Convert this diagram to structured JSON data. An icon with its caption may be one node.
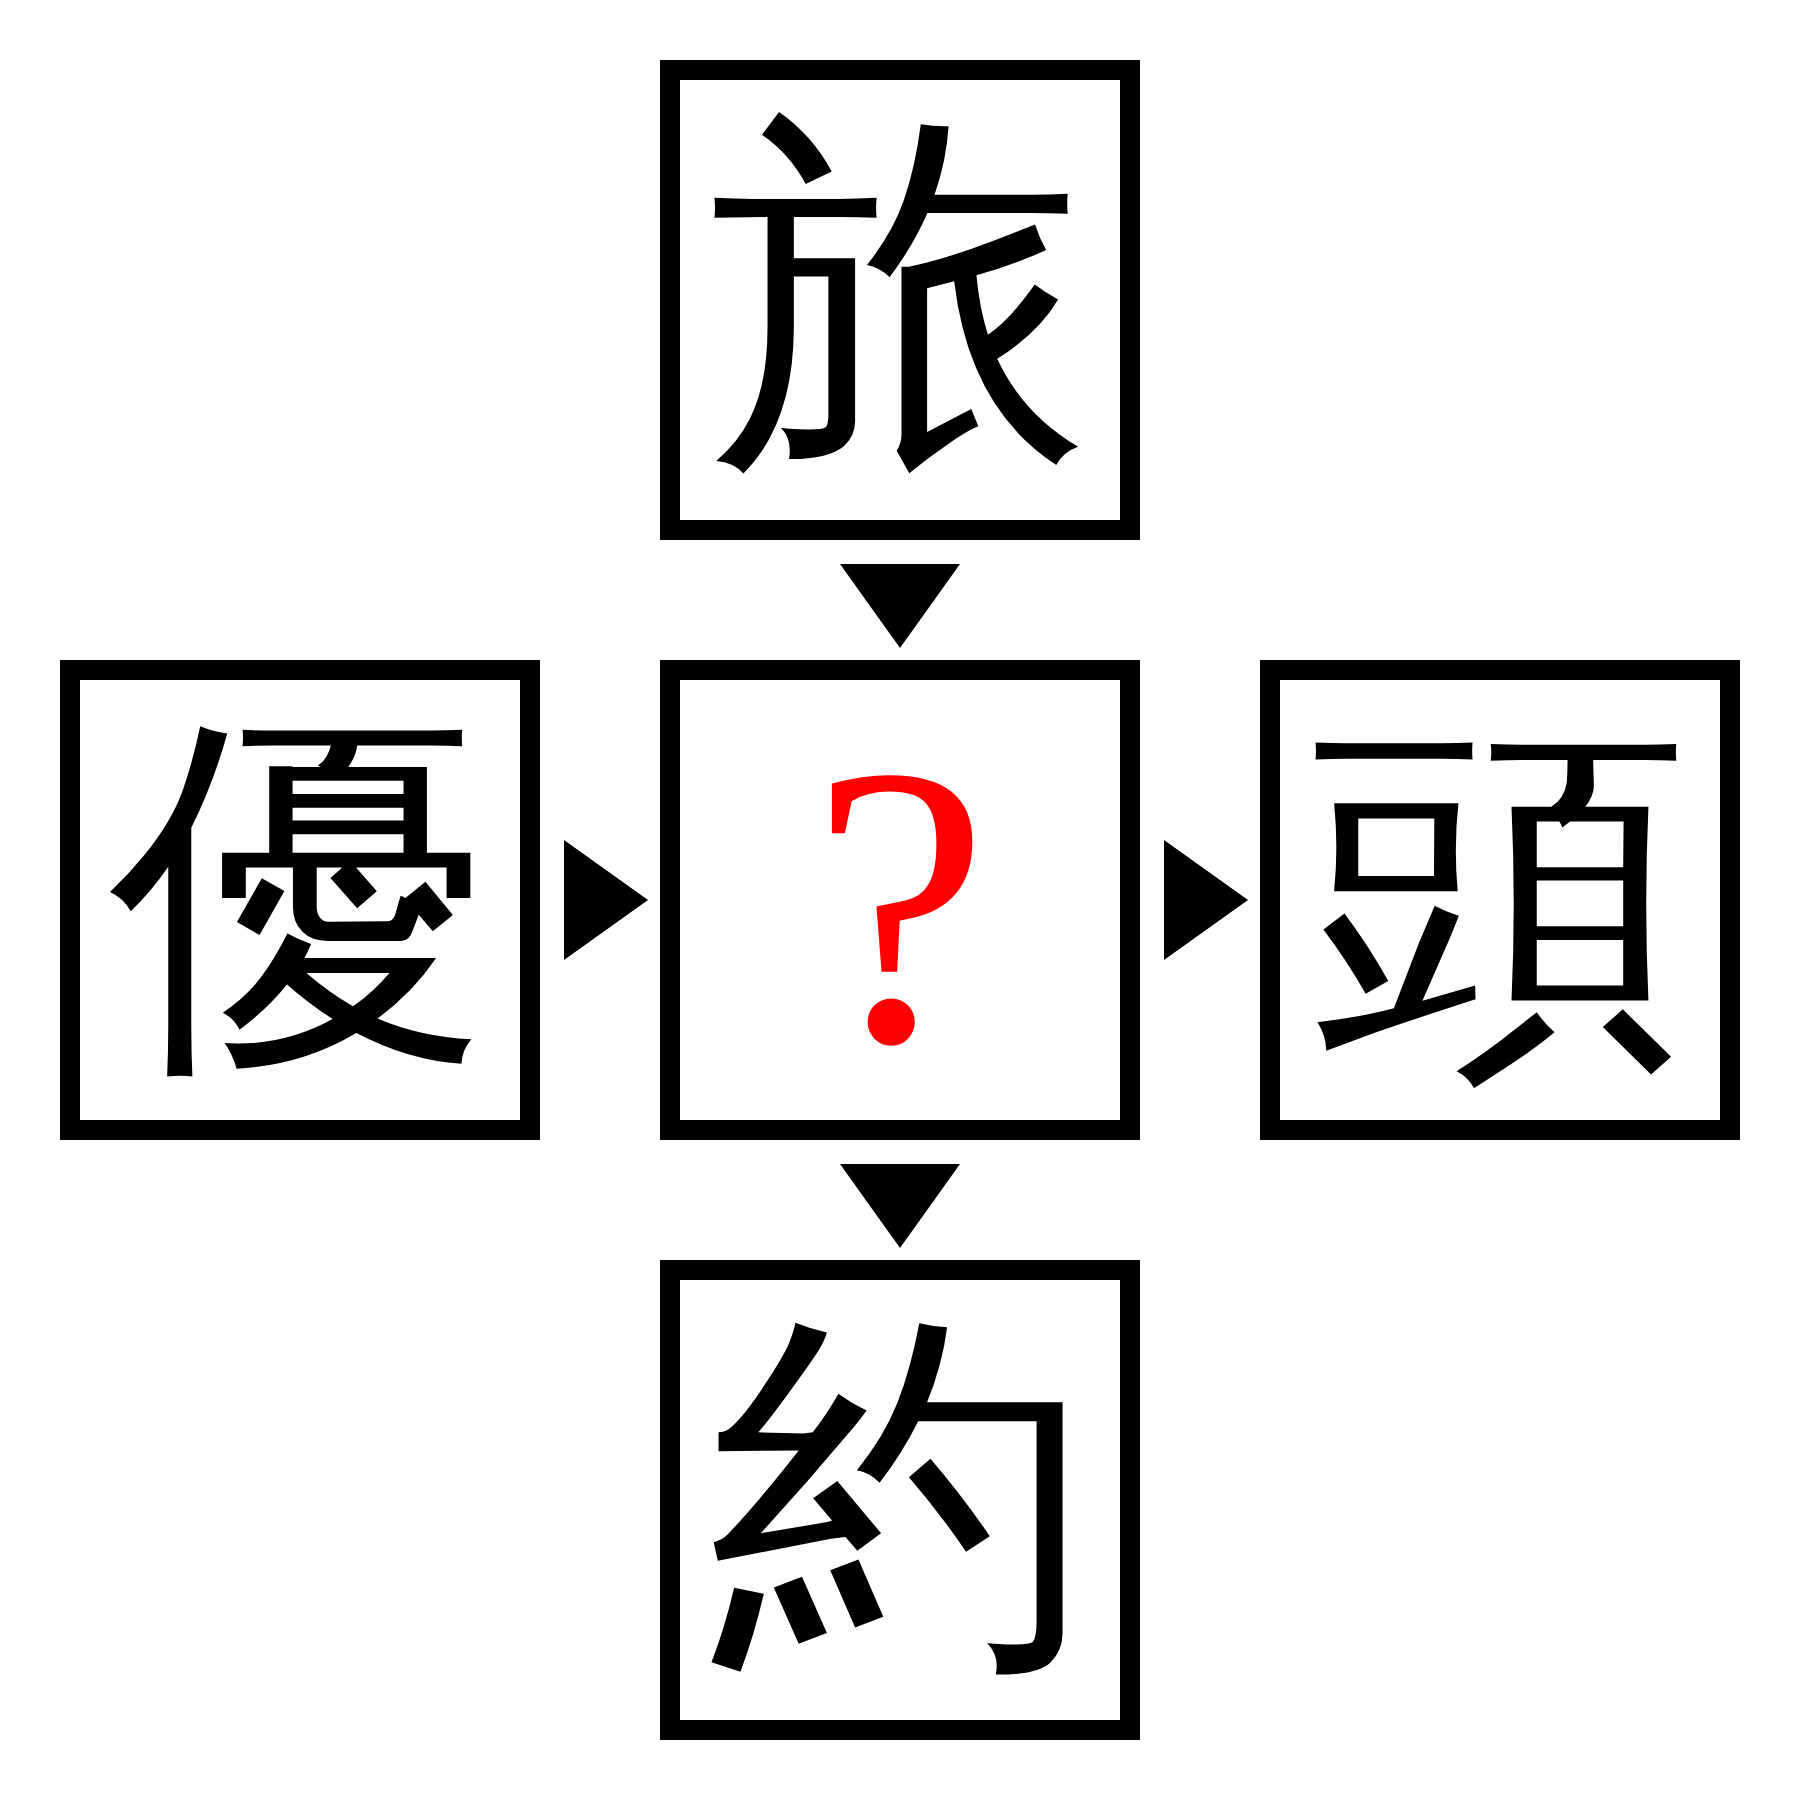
{
  "diagram": {
    "nodes": [
      {
        "text": [
          "旅"
        ]
      },
      {
        "text": [
          "優"
        ]
      },
      {
        "text": [
          "?"
        ]
      },
      {
        "text": [
          "頭"
        ]
      },
      {
        "text": [
          "約"
        ]
      }
    ],
    "edges": [
      {
        "from": 0,
        "to": 2,
        "arrow": "to"
      },
      {
        "from": 1,
        "to": 2,
        "arrow": "to"
      },
      {
        "from": 2,
        "to": 3,
        "arrow": "to"
      },
      {
        "from": 2,
        "to": 4,
        "arrow": "to"
      }
    ]
  }
}
